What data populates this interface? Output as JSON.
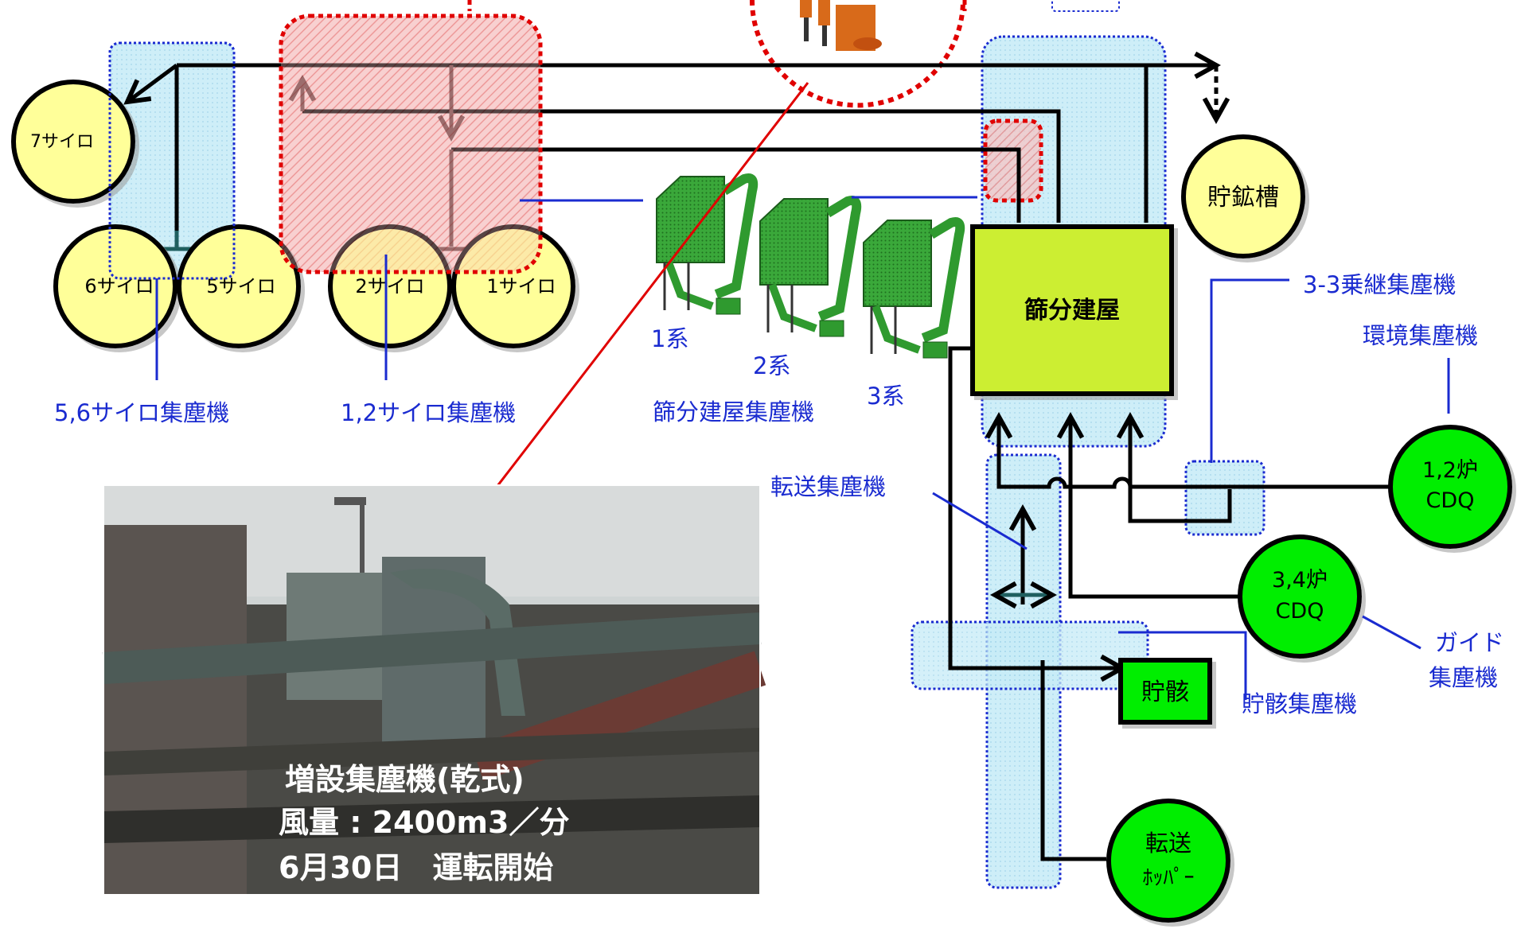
{
  "silos": {
    "silo7": "7サイロ",
    "silo6": "6サイロ",
    "silo5": "5サイロ",
    "silo2": "2サイロ",
    "silo1": "1サイロ"
  },
  "storage_tank": "貯鉱槽",
  "sieve_building": "篩分建屋",
  "labels": {
    "silo56_collector": "5,6サイロ集塵機",
    "silo12_collector": "1,2サイロ集塵機",
    "line1": "1系",
    "line2": "2系",
    "line3": "3系",
    "sieve_collector": "篩分建屋集塵機",
    "relay_collector": "3-3乗継集塵機",
    "env_collector": "環境集塵機",
    "transfer_collector": "転送集塵機",
    "guide_line1": "ガイド",
    "guide_line2": "集塵機",
    "residue_collector": "貯骸集塵機"
  },
  "cdq12": {
    "line1": "1,2炉",
    "line2": "CDQ"
  },
  "cdq34": {
    "line1": "3,4炉",
    "line2": "CDQ"
  },
  "transfer_hopper": {
    "line1": "転送",
    "line2": "ﾎｯﾊﾟｰ"
  },
  "residue_box": "貯骸",
  "photo_caption": {
    "line1": "増設集塵機(乾式)",
    "line2": "風量 : 2400m3／分",
    "line3": "6月30日　運転開始"
  },
  "colors": {
    "silo_fill": "#ffff99",
    "cdq_fill": "#00ee00",
    "sieve_fill": "#ccee33",
    "highlight_blue": "#bfe6f5",
    "highlight_red": "#f2a0a0",
    "label_blue": "#1a2bd0",
    "collector_green": "#2f9a2f"
  }
}
